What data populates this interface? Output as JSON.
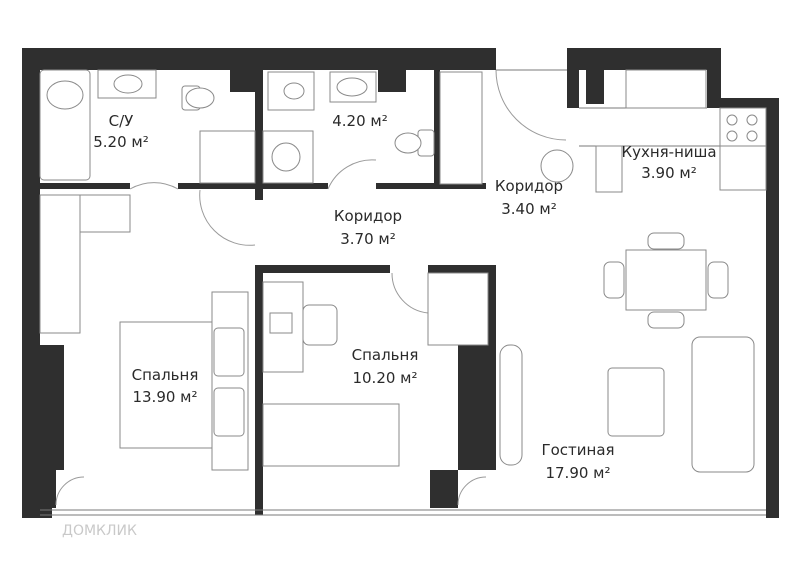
{
  "rooms": [
    {
      "name": "С/У",
      "area": "5.20 м²"
    },
    {
      "name": "",
      "area": "4.20 м²"
    },
    {
      "name": "Коридор",
      "area": "3.70 м²"
    },
    {
      "name": "Коридор",
      "area": "3.40 м²"
    },
    {
      "name": "Кухня-ниша",
      "area": "3.90 м²"
    },
    {
      "name": "Спальня",
      "area": "13.90 м²"
    },
    {
      "name": "Спальня",
      "area": "10.20 м²"
    },
    {
      "name": "Гостиная",
      "area": "17.90 м²"
    }
  ],
  "watermark": "ДОМКЛИК",
  "colors": {
    "wall": "#2f2f2f",
    "line": "#8a8a8a",
    "text": "#2a2a2a",
    "watermark": "#c9c9c9"
  }
}
